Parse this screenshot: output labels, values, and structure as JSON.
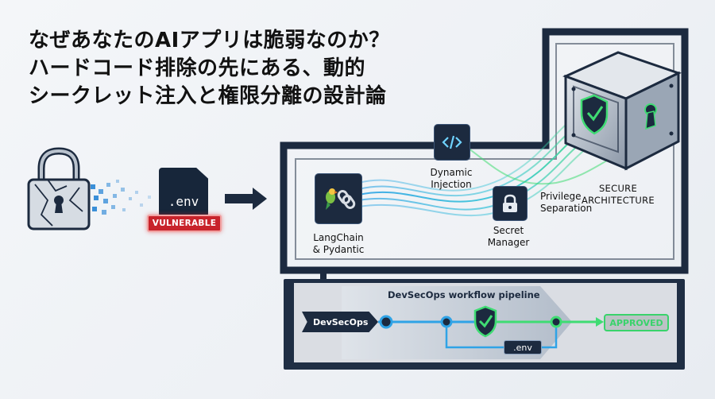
{
  "title": {
    "line1": "なぜあなたのAIアプリは脆弱なのか？",
    "line2": "ハードコード排除の先にある、動的",
    "line3": "シークレット注入と権限分離の設計論"
  },
  "left": {
    "file_label": ".env",
    "badge": "VULNERABLE"
  },
  "nodes": {
    "dynamic_injection": "Dynamic\nInjection",
    "langchain": "LangChain\n& Pydantic",
    "privilege_separation": "Privilege\nSeparation",
    "secret_manager": "Secret\nManager",
    "secure_architecture": "SECURE\nARCHITECTURE"
  },
  "pipeline": {
    "title": "DevSecOps workflow pipeline",
    "start": "DevSecOps",
    "env_tag": ".env",
    "end": "APPROVED"
  },
  "icons": [
    "broken-padlock-icon",
    "env-file-icon",
    "arrow-right-icon",
    "code-icon",
    "parrot-icon",
    "chain-link-icon",
    "padlock-icon",
    "vault-icon",
    "shield-check-icon"
  ],
  "colors": {
    "navy": "#1c2a3f",
    "danger": "#c8232b",
    "approved": "#39d36b",
    "flow_blue": "#2fa3e6",
    "flow_green": "#3fdc73"
  }
}
